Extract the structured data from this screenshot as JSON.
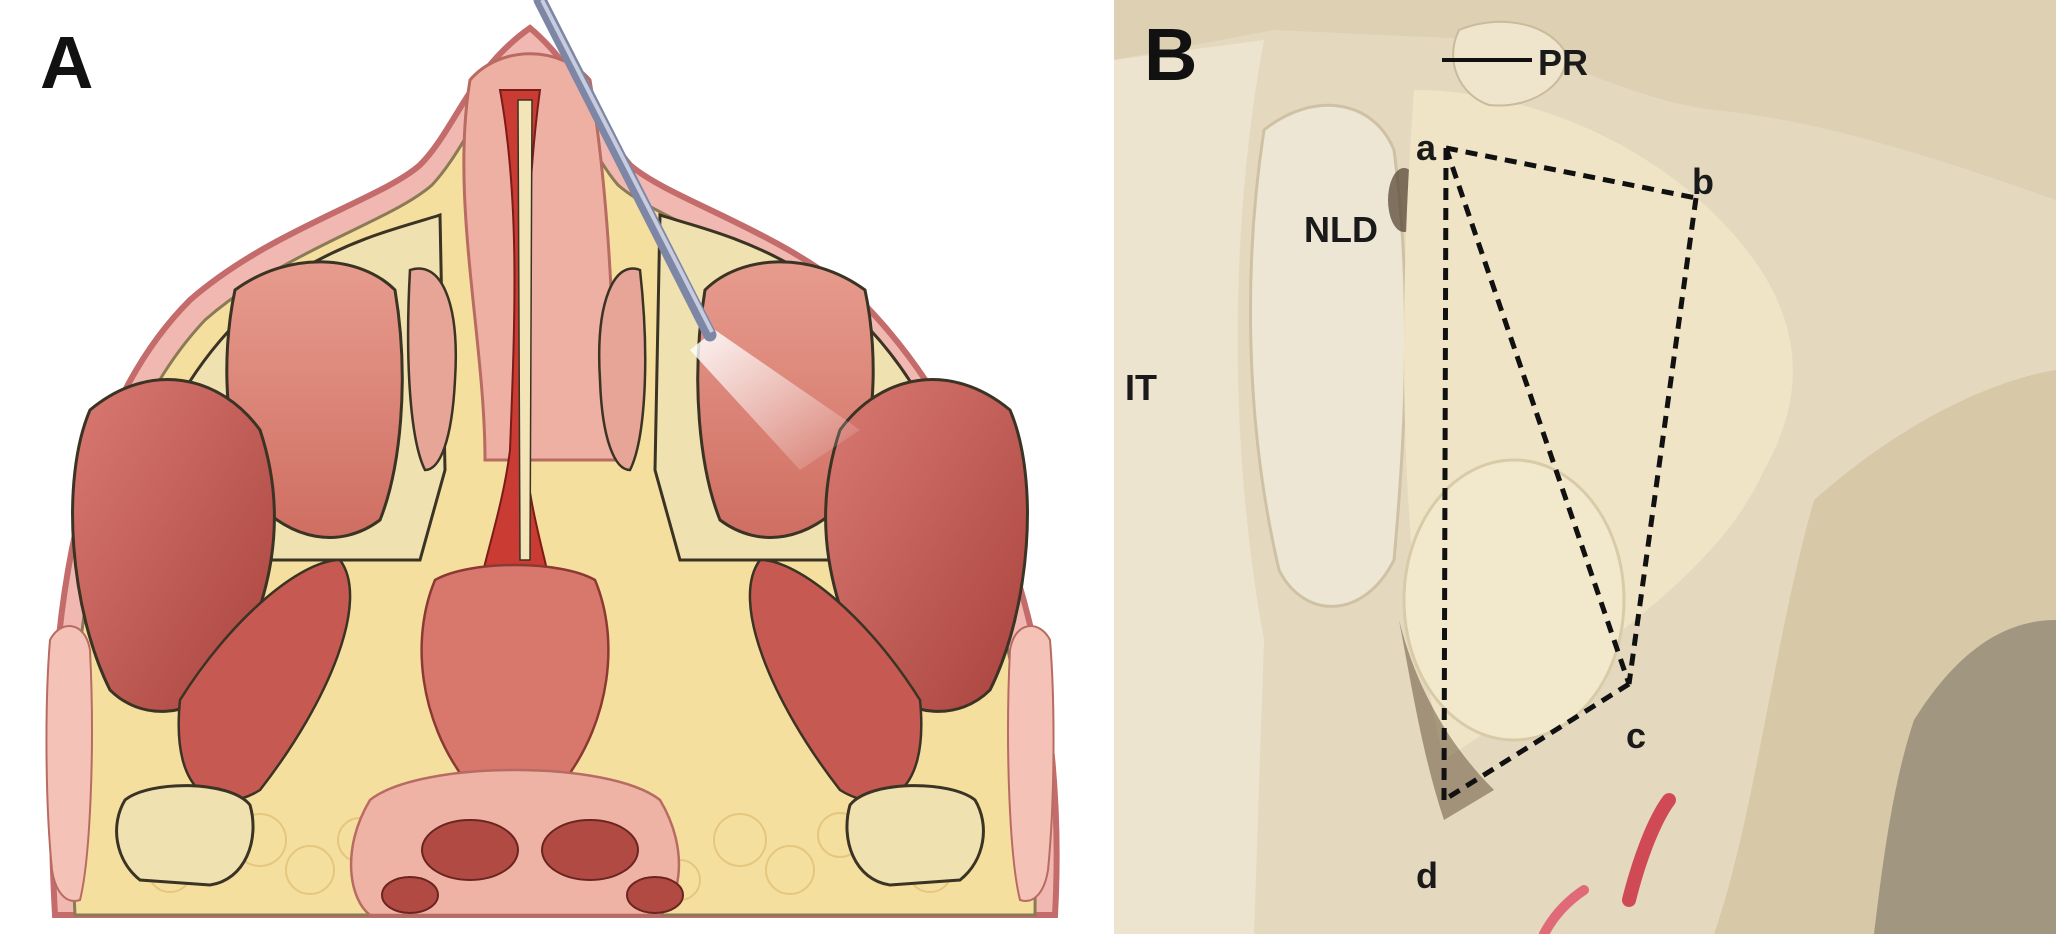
{
  "panels": {
    "a": {
      "letter": "A"
    },
    "b": {
      "letter": "B"
    }
  },
  "labels": {
    "pr": "PR",
    "nld": "NLD",
    "it": "IT",
    "a": "a",
    "b": "b",
    "c": "c",
    "d": "d"
  },
  "colors": {
    "skin": "#e89a9a",
    "bone": "#efe2b0",
    "muscle": "#c0504d",
    "mucosa": "#e8a79a",
    "fat": "#f2dc9a",
    "cadaver": "#e7dcc6",
    "dashed_line": "#111111"
  }
}
